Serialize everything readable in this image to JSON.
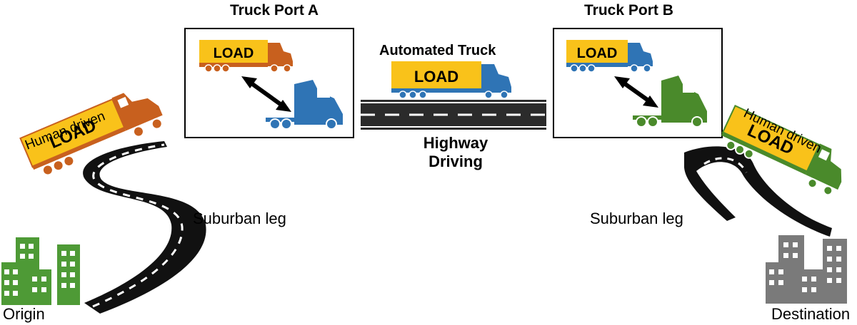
{
  "labels": {
    "truck_port_a": "Truck Port A",
    "truck_port_b": "Truck Port B",
    "automated_truck": "Automated Truck",
    "highway_line1": "Highway",
    "highway_line2": "Driving",
    "human_driven_left": "Human driven",
    "human_driven_right": "Human driven",
    "suburban_leg_left": "Suburban leg",
    "suburban_leg_right": "Suburban leg",
    "origin": "Origin",
    "destination": "Destination",
    "load": "LOAD"
  },
  "colors": {
    "load_box": "#f9c21a",
    "truck_orange": "#c8601e",
    "truck_blue": "#2f74b5",
    "truck_green": "#4a8a2b",
    "origin_buildings": "#4e9a36",
    "destination_buildings": "#7a7a7a",
    "road": "#111111",
    "road_marking": "#ffffff",
    "arrow": "#000000"
  }
}
